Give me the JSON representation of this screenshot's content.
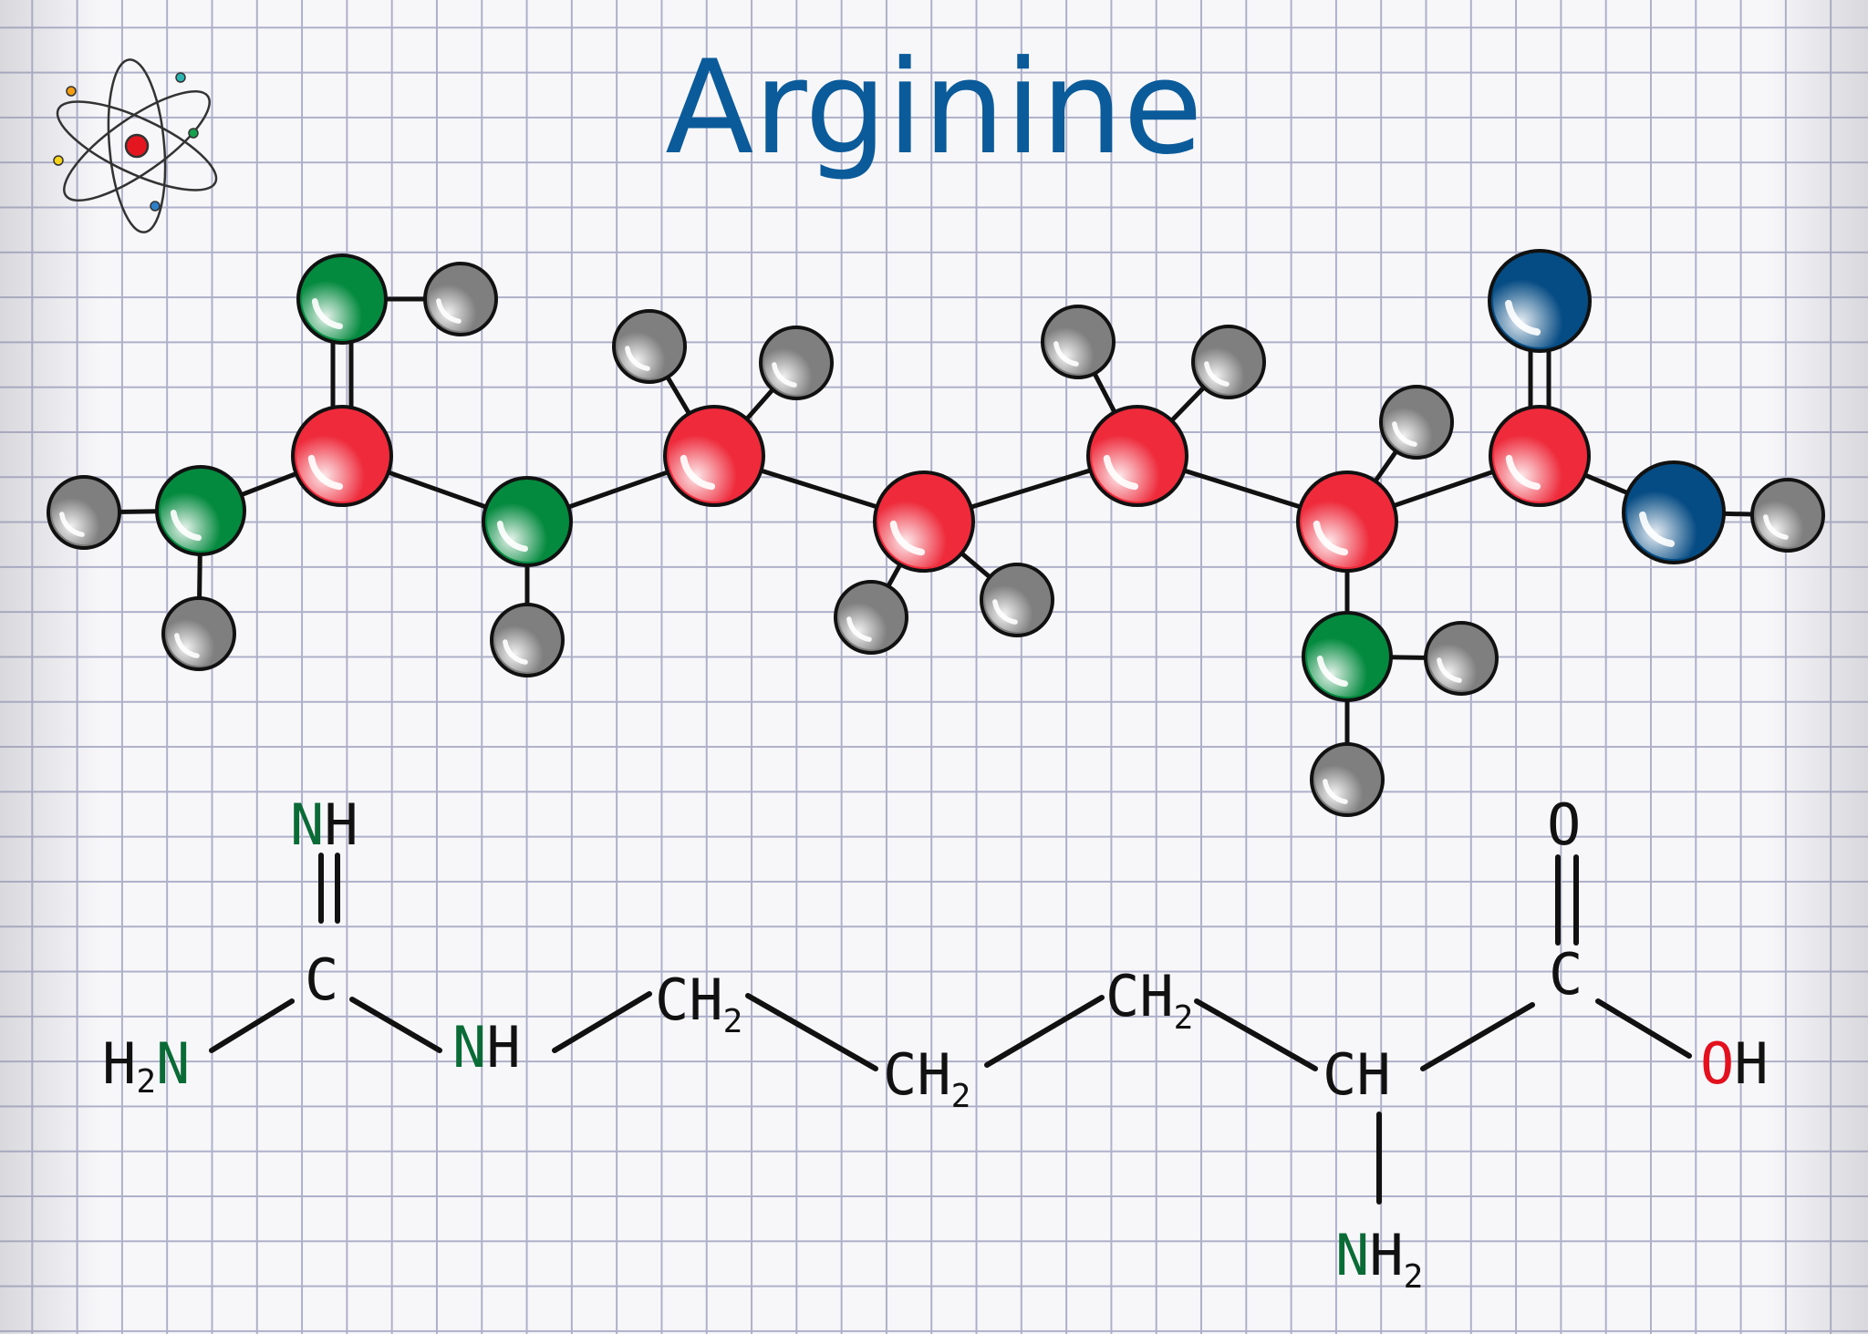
{
  "title": "Arginine",
  "logo_icon": "atom-icon",
  "colors": {
    "title": "#0b5a9a",
    "carbon": "#ee2a3b",
    "nitrogen": "#048a3f",
    "oxygen": "#064c84",
    "hydrogen": "#7f7f7f",
    "label_nitrogen": "#0b6b36",
    "label_oxygen": "#e3101e",
    "label_default": "#111111"
  },
  "formula": {
    "imine_n": "N",
    "imine_h": "H",
    "amidine_c": "C",
    "amine_h": "H",
    "amine_2": "2",
    "amine_n": "N",
    "nh_n": "N",
    "nh_h": "H",
    "ch2a": "CH",
    "ch2a_sub": "2",
    "ch2b": "CH",
    "ch2b_sub": "2",
    "ch2c": "CH",
    "ch2c_sub": "2",
    "alpha_ch": "CH",
    "alpha_nh2_n": "N",
    "alpha_nh2_h": "H",
    "alpha_nh2_sub": "2",
    "carboxyl_c": "C",
    "carbonyl_o": "O",
    "hydroxyl_o": "O",
    "hydroxyl_h": "H"
  }
}
